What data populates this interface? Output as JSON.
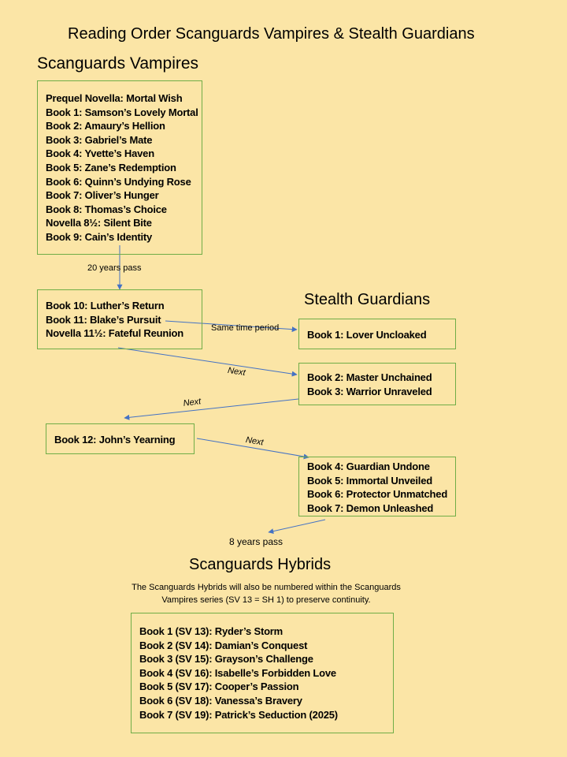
{
  "title": "Reading Order Scanguards Vampires & Stealth Guardians",
  "scanguards_vampires": {
    "heading": "Scanguards Vampires",
    "books_part1": [
      "Prequel Novella: Mortal Wish",
      "Book 1: Samson’s Lovely Mortal",
      "Book 2: Amaury’s Hellion",
      "Book 3: Gabriel’s Mate",
      "Book 4: Yvette’s Haven",
      "Book 5: Zane’s Redemption",
      "Book 6: Quinn’s Undying Rose",
      "Book 7: Oliver’s Hunger",
      "Book 8: Thomas’s Choice",
      "Novella 8½: Silent Bite",
      "Book 9: Cain’s Identity"
    ],
    "gap_label": "20 years pass",
    "books_part2": [
      "Book 10:  Luther’s Return",
      "Book 11:  Blake’s Pursuit",
      "Novella 11½: Fateful Reunion"
    ],
    "book12": "Book 12:  John’s Yearning"
  },
  "stealth_guardians": {
    "heading": "Stealth Guardians",
    "group1": [
      "Book 1: Lover Uncloaked"
    ],
    "group2": [
      "Book 2: Master Unchained",
      "Book 3: Warrior Unraveled"
    ],
    "group3": [
      "Book 4: Guardian Undone",
      "Book 5: Immortal Unveiled",
      "Book 6: Protector Unmatched",
      "Book 7: Demon Unleashed"
    ]
  },
  "connectors": {
    "same_time": "Same time period",
    "next1": "Next",
    "next2": "Next",
    "next3": "Next",
    "eight_years": "8 years pass"
  },
  "scanguards_hybrids": {
    "heading": "Scanguards Hybrids",
    "note_line1": "The Scanguards Hybrids will also be numbered within the Scanguards",
    "note_line2": "Vampires series (SV 13 = SH 1) to preserve continuity.",
    "books": [
      "Book 1 (SV 13): Ryder’s Storm",
      "Book 2 (SV 14): Damian’s Conquest",
      "Book 3 (SV 15): Grayson’s Challenge",
      "Book 4 (SV 16): Isabelle’s Forbidden Love",
      "Book 5 (SV 17): Cooper’s Passion",
      "Book 6 (SV 18): Vanessa’s Bravery",
      "Book 7 (SV 19): Patrick’s Seduction (2025)"
    ]
  },
  "colors": {
    "background": "#fbe5a6",
    "box_border": "#70ad47",
    "arrow": "#4472c4"
  }
}
